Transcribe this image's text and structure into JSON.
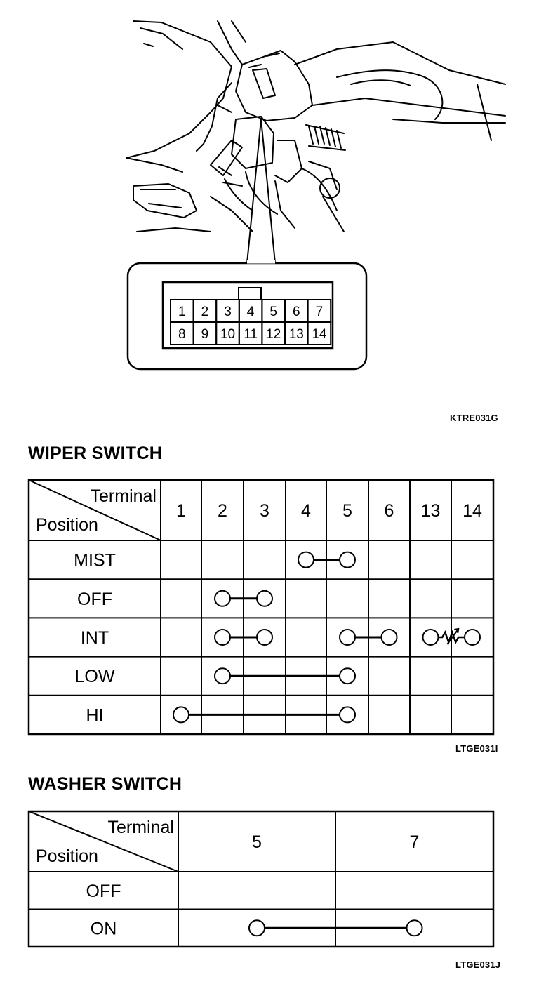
{
  "figure": {
    "connector_pins": {
      "top_row": [
        "1",
        "2",
        "3",
        "4",
        "5",
        "6",
        "7"
      ],
      "bottom_row": [
        "8",
        "9",
        "10",
        "11",
        "12",
        "13",
        "14"
      ]
    },
    "code": "KTRE031G"
  },
  "wiper_switch": {
    "title": "WIPER SWITCH",
    "header_terminal": "Terminal",
    "header_position": "Position",
    "terminals": [
      "1",
      "2",
      "3",
      "4",
      "5",
      "6",
      "13",
      "14"
    ],
    "rows": [
      {
        "position": "MIST",
        "connections": [
          {
            "from": "4",
            "to": "5",
            "kind": "line"
          }
        ]
      },
      {
        "position": "OFF",
        "connections": [
          {
            "from": "2",
            "to": "3",
            "kind": "line"
          }
        ]
      },
      {
        "position": "INT",
        "connections": [
          {
            "from": "2",
            "to": "3",
            "kind": "line"
          },
          {
            "from": "5",
            "to": "6",
            "kind": "line"
          },
          {
            "from": "13",
            "to": "14",
            "kind": "resistor"
          }
        ]
      },
      {
        "position": "LOW",
        "connections": [
          {
            "from": "2",
            "to": "5",
            "kind": "line"
          }
        ]
      },
      {
        "position": "HI",
        "connections": [
          {
            "from": "1",
            "to": "5",
            "kind": "line"
          }
        ]
      }
    ],
    "code": "LTGE031I"
  },
  "washer_switch": {
    "title": "WASHER SWITCH",
    "header_terminal": "Terminal",
    "header_position": "Position",
    "terminals": [
      "5",
      "7"
    ],
    "rows": [
      {
        "position": "OFF",
        "connections": []
      },
      {
        "position": "ON",
        "connections": [
          {
            "from": "5",
            "to": "7",
            "kind": "line"
          }
        ]
      }
    ],
    "code": "LTGE031J"
  }
}
